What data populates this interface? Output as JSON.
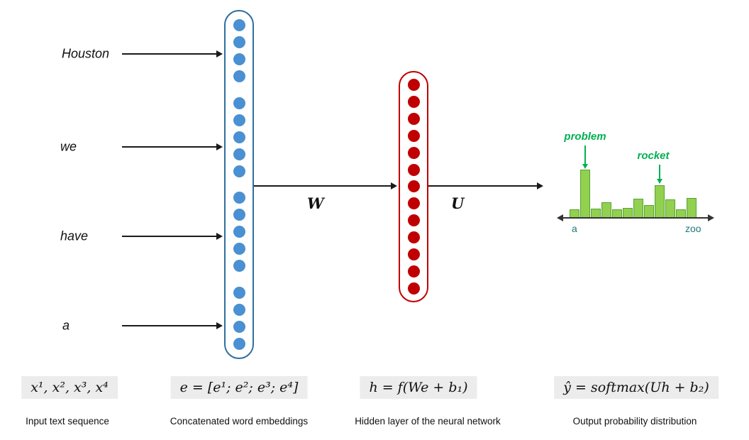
{
  "colors": {
    "blue_fill": "#4a90d2",
    "blue_border": "#2e6f9e",
    "red_fill": "#c00000",
    "red_border": "#c00000",
    "bar_fill": "#92d050",
    "bar_border": "#55a32e",
    "annotation_green": "#00b050",
    "axis_label_teal": "#1d7a7a",
    "arrow_black": "#1a1a1a",
    "formula_bg": "#ececec"
  },
  "inputs": [
    {
      "word": "Houston"
    },
    {
      "word": "we"
    },
    {
      "word": "have"
    },
    {
      "word": "a"
    }
  ],
  "embedding_column": {
    "groups": [
      4,
      5,
      5,
      4
    ]
  },
  "hidden_column": {
    "count": 13
  },
  "edge_labels": {
    "w": "W",
    "u": "U"
  },
  "histogram": {
    "type": "bar",
    "bars": [
      12,
      68,
      13,
      22,
      12,
      14,
      27,
      18,
      46,
      26,
      12,
      28
    ],
    "annotations": [
      {
        "label": "problem",
        "bar_index": 1
      },
      {
        "label": "rocket",
        "bar_index": 8
      }
    ],
    "axis_start_label": "a",
    "axis_end_label": "zoo"
  },
  "formulas": [
    {
      "math": "x¹, x², x³, x⁴",
      "caption": "Input text sequence"
    },
    {
      "math": "e = [e¹; e²; e³; e⁴]",
      "caption": "Concatenated word embeddings"
    },
    {
      "math": "h = f(We + b₁)",
      "caption": "Hidden layer of the neural network"
    },
    {
      "math": "ŷ = softmax(Uh + b₂)",
      "caption": "Output probability distribution"
    }
  ]
}
